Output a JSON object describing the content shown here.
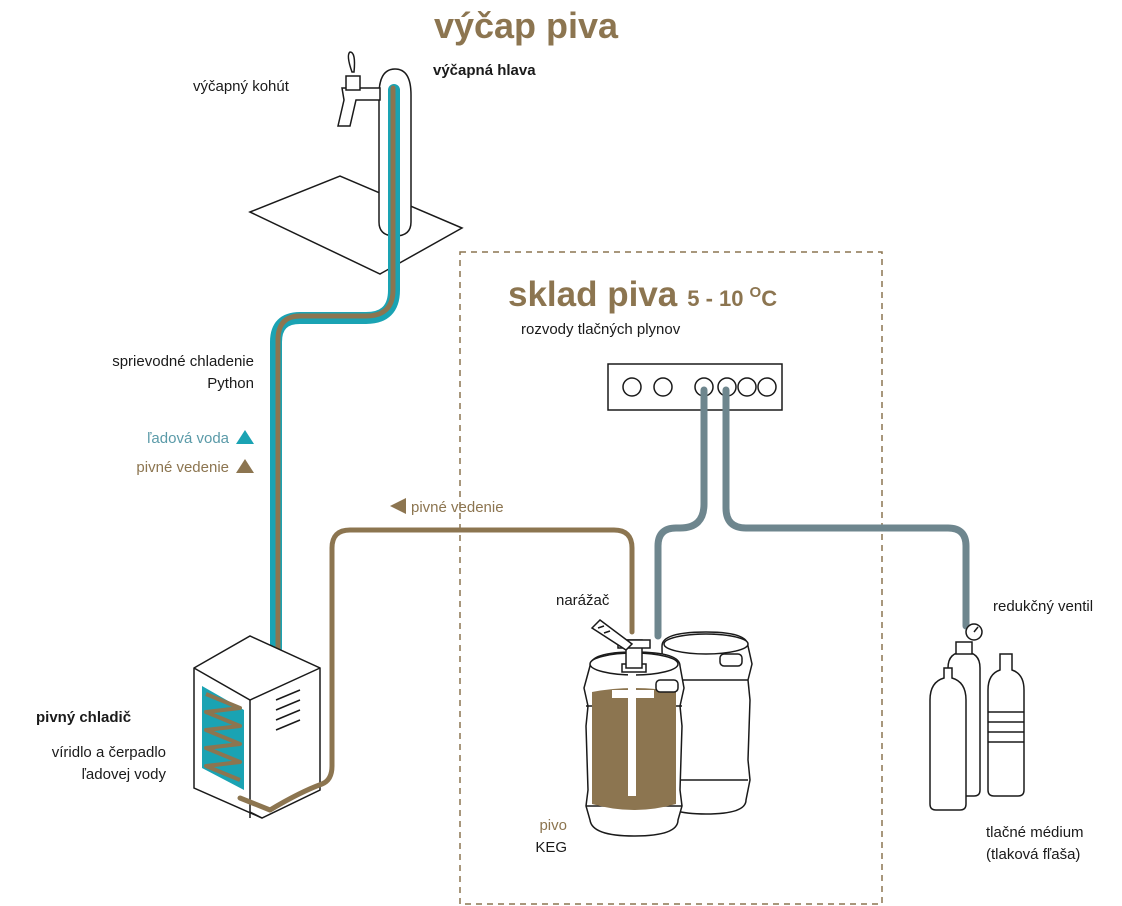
{
  "colors": {
    "beer": "#8c7550",
    "water": "#1aa3b3",
    "gas": "#6e868e",
    "ink": "#1a1a1a"
  },
  "title": "výčap piva",
  "labels": {
    "tap": "výčapný kohút",
    "tap_head": "výčapná hlava",
    "cooling_line_1": "sprievodné chladenie",
    "cooling_line_2": "Python",
    "ice_water": "ľadová voda",
    "beer_line": "pivné vedenie",
    "beer_line_arrow": "pivné vedenie",
    "cooler_title": "pivný chladič",
    "cooler_desc_1": "víridlo a čerpadlo",
    "cooler_desc_2": "ľadovej vody",
    "coupler": "narážač",
    "beer": "pivo",
    "keg": "KEG",
    "regulator": "redukčný ventil",
    "gas_distribution": "rozvody tlačných plynov",
    "pressure_medium_1": "tlačné médium",
    "pressure_medium_2": "(tlaková fľaša)"
  },
  "storage": {
    "title": "sklad piva",
    "temp": "5 - 10",
    "unit_super": "O",
    "unit": "C"
  }
}
